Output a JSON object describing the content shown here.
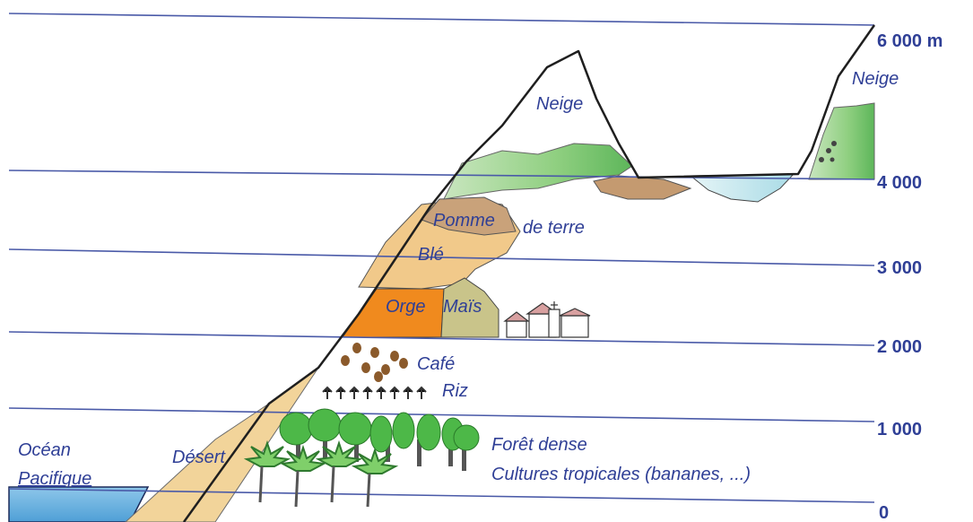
{
  "altitudes": [
    "6 000 m",
    "4 000",
    "3 000",
    "2 000",
    "1 000",
    "0"
  ],
  "zones": {
    "neige_left": "Neige",
    "neige_right": "Neige",
    "pomme_de_terre_1": "Pomme",
    "pomme_de_terre_2": "de terre",
    "ble": "Blé",
    "orge": "Orge",
    "mais": "Maïs",
    "cafe": "Café",
    "riz": "Riz",
    "foret_line1": "Forêt dense",
    "foret_line2": "Cultures tropicales (bananes, ...)",
    "desert": "Désert",
    "ocean_line1": "Océan",
    "ocean_line2": "Pacifique"
  },
  "colors": {
    "line": "#4a5aa8",
    "text": "#2f3f96",
    "ocean": "#6fb0dc",
    "desert": "#f2d49a",
    "ble": "#f1c98a",
    "pomme": "#c9a27a",
    "orge": "#f08a1e",
    "mais": "#c9c48a",
    "grass": "#9ed18f",
    "lake": "#bfe3ec",
    "tree": "#4db848",
    "coffee": "#8b5a2b"
  }
}
